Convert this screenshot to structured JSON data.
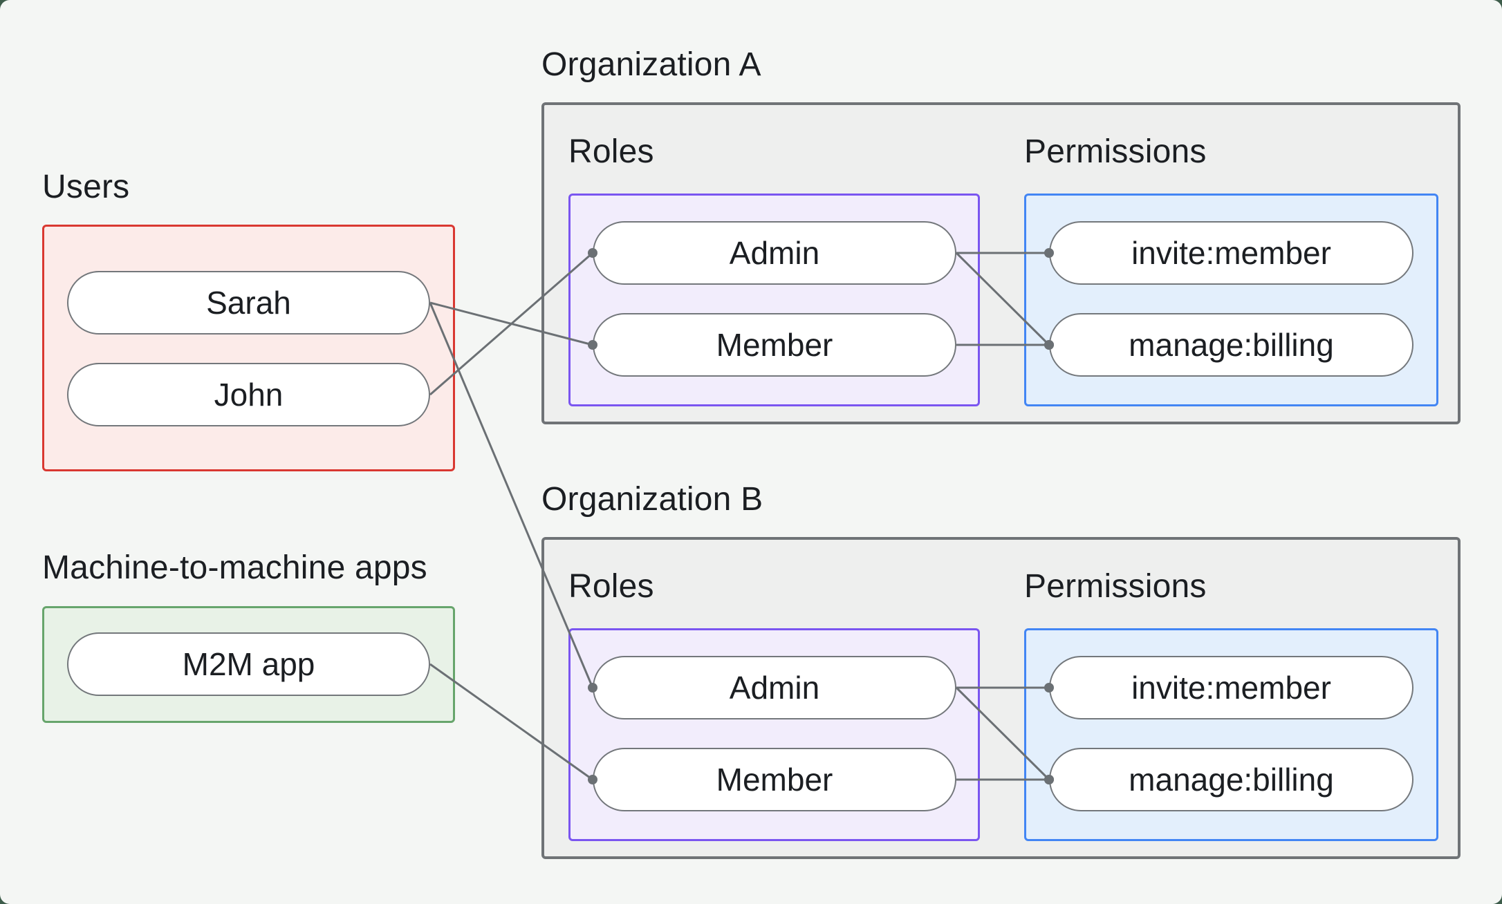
{
  "colors": {
    "frame": "#3d5c4a",
    "background": "#f4f6f4",
    "text": "#1b1e22",
    "users_border": "#d93831",
    "users_fill": "#fcebe9",
    "m2m_border": "#67a56c",
    "m2m_fill": "#e8f2e7",
    "org_border": "#6f7376",
    "org_fill": "#eeefee",
    "roles_border": "#7a55f0",
    "roles_fill": "#f2edfc",
    "permissions_border": "#4285f4",
    "permissions_fill": "#e3effc",
    "pill_border": "#73777b",
    "pill_fill": "#ffffff",
    "connector": "#6b7074"
  },
  "users": {
    "label": "Users",
    "items": [
      {
        "id": "sarah",
        "label": "Sarah"
      },
      {
        "id": "john",
        "label": "John"
      }
    ]
  },
  "m2m": {
    "label": "Machine-to-machine apps",
    "items": [
      {
        "id": "m2m-app",
        "label": "M2M app"
      }
    ]
  },
  "orgs": [
    {
      "id": "org-a",
      "label": "Organization A",
      "roles": {
        "label": "Roles",
        "items": [
          {
            "id": "org-a-admin",
            "label": "Admin"
          },
          {
            "id": "org-a-member",
            "label": "Member"
          }
        ]
      },
      "permissions": {
        "label": "Permissions",
        "items": [
          {
            "id": "org-a-invite-member",
            "label": "invite:member"
          },
          {
            "id": "org-a-manage-billing",
            "label": "manage:billing"
          }
        ]
      }
    },
    {
      "id": "org-b",
      "label": "Organization B",
      "roles": {
        "label": "Roles",
        "items": [
          {
            "id": "org-b-admin",
            "label": "Admin"
          },
          {
            "id": "org-b-member",
            "label": "Member"
          }
        ]
      },
      "permissions": {
        "label": "Permissions",
        "items": [
          {
            "id": "org-b-invite-member",
            "label": "invite:member"
          },
          {
            "id": "org-b-manage-billing",
            "label": "manage:billing"
          }
        ]
      }
    }
  ],
  "connections": [
    {
      "from": "sarah",
      "to": "org-a-member"
    },
    {
      "from": "john",
      "to": "org-a-admin"
    },
    {
      "from": "sarah",
      "to": "org-b-admin"
    },
    {
      "from": "m2m-app",
      "to": "org-b-member"
    },
    {
      "from": "org-a-admin",
      "to": "org-a-invite-member"
    },
    {
      "from": "org-a-admin",
      "to": "org-a-manage-billing"
    },
    {
      "from": "org-a-member",
      "to": "org-a-manage-billing"
    },
    {
      "from": "org-b-admin",
      "to": "org-b-invite-member"
    },
    {
      "from": "org-b-admin",
      "to": "org-b-manage-billing"
    },
    {
      "from": "org-b-member",
      "to": "org-b-manage-billing"
    }
  ]
}
